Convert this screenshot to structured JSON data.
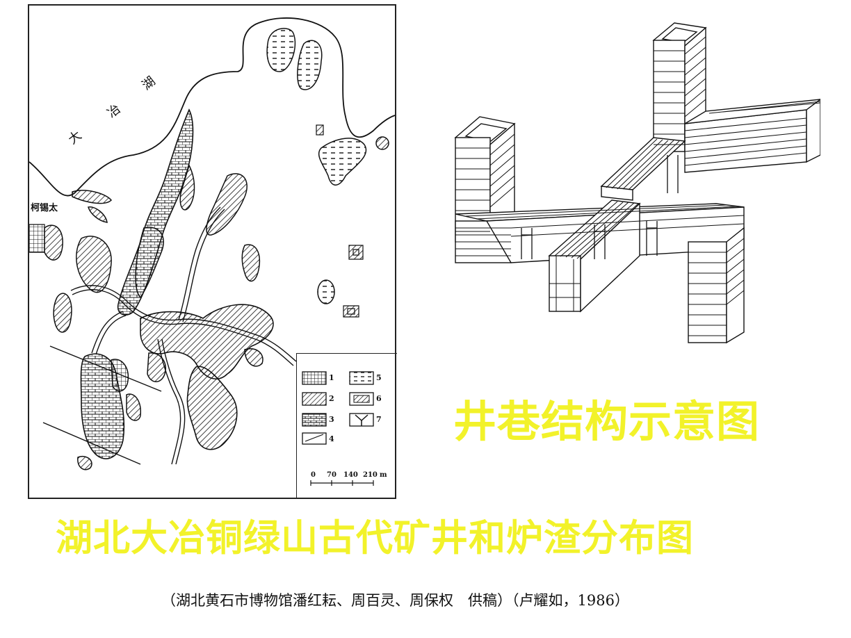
{
  "map": {
    "lake_chars": [
      "大",
      "冶",
      "湖"
    ],
    "place_label": "柯锡太",
    "legend": {
      "items": [
        "1",
        "2",
        "3",
        "4",
        "5",
        "6",
        "7"
      ]
    },
    "scale": {
      "ticks": [
        "0",
        "70",
        "140",
        "210",
        "m"
      ]
    }
  },
  "titles": {
    "shaft_structure": "井巷结构示意图",
    "map_title": "湖北大冶铜绿山古代矿井和炉渣分布图"
  },
  "credit": "（湖北黄石市博物馆潘红耘、周百灵、周保权　供稿）（卢耀如，1986）",
  "colors": {
    "title_yellow": "#f2f22a",
    "ink": "#111111"
  }
}
